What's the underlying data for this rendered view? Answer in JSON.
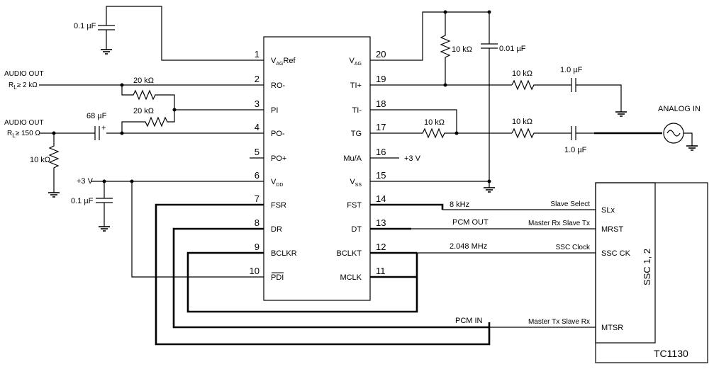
{
  "chip": {
    "left_pins": [
      {
        "num": "1",
        "label": "V",
        "sub": "AG",
        "suffix": "Ref",
        "overbar": false
      },
      {
        "num": "2",
        "label": "RO-",
        "sub": "",
        "suffix": "",
        "overbar": false
      },
      {
        "num": "3",
        "label": "PI",
        "sub": "",
        "suffix": "",
        "overbar": false
      },
      {
        "num": "4",
        "label": "PO-",
        "sub": "",
        "suffix": "",
        "overbar": false
      },
      {
        "num": "5",
        "label": "PO+",
        "sub": "",
        "suffix": "",
        "overbar": false
      },
      {
        "num": "6",
        "label": "V",
        "sub": "DD",
        "suffix": "",
        "overbar": false
      },
      {
        "num": "7",
        "label": "FSR",
        "sub": "",
        "suffix": "",
        "overbar": false
      },
      {
        "num": "8",
        "label": "DR",
        "sub": "",
        "suffix": "",
        "overbar": false
      },
      {
        "num": "9",
        "label": "BCLKR",
        "sub": "",
        "suffix": "",
        "overbar": false
      },
      {
        "num": "10",
        "label": "PDI",
        "sub": "",
        "suffix": "",
        "overbar": true
      }
    ],
    "right_pins": [
      {
        "num": "20",
        "label": "V",
        "sub": "AG",
        "suffix": ""
      },
      {
        "num": "19",
        "label": "TI+",
        "sub": "",
        "suffix": ""
      },
      {
        "num": "18",
        "label": "TI-",
        "sub": "",
        "suffix": ""
      },
      {
        "num": "17",
        "label": "TG",
        "sub": "",
        "suffix": ""
      },
      {
        "num": "16",
        "label": "Mu/A",
        "sub": "",
        "suffix": ""
      },
      {
        "num": "15",
        "label": "V",
        "sub": "SS",
        "suffix": ""
      },
      {
        "num": "14",
        "label": "FST",
        "sub": "",
        "suffix": ""
      },
      {
        "num": "13",
        "label": "DT",
        "sub": "",
        "suffix": ""
      },
      {
        "num": "12",
        "label": "BCLKT",
        "sub": "",
        "suffix": ""
      },
      {
        "num": "11",
        "label": "MCLK",
        "sub": "",
        "suffix": ""
      }
    ]
  },
  "components": {
    "cap_vag": "0.1 µF",
    "res_ro_pi": "20 kΩ",
    "res_pi_po": "20 kΩ",
    "cap_68": "68 µF",
    "res_output_load": "10 kΩ",
    "cap_vdd": "0.1 µF",
    "res_vag_top": "10 kΩ",
    "cap_vag_top": "0.01 µF",
    "res_ti_plus": "10 kΩ",
    "cap_ti_plus": "1.0 µF",
    "res_feedback": "10 kΩ",
    "res_tg_in": "10 kΩ",
    "cap_tg_in": "1.0 µF",
    "cap_polarity": "+"
  },
  "labels": {
    "audio_out_1": "AUDIO OUT",
    "audio_out_1_load": "R",
    "audio_out_1_load_sub": "L",
    "audio_out_1_load_val": "≥ 2 kΩ",
    "audio_out_2": "AUDIO OUT",
    "audio_out_2_load": "R",
    "audio_out_2_load_sub": "L",
    "audio_out_2_load_val": "≥ 150 Ω",
    "vdd_supply": "+3 V",
    "mua_supply": "+3 V",
    "analog_in": "ANALOG IN",
    "freq_8k": "8 kHz",
    "pcm_out": "PCM OUT",
    "freq_2048": "2.048 MHz",
    "pcm_in": "PCM IN"
  },
  "controller": {
    "name": "TC1130",
    "module": "SSC 1, 2",
    "pins": [
      "SLx",
      "MRST",
      "SSC CK",
      "MTSR"
    ],
    "signals": [
      "Slave Select",
      "Master Rx Slave Tx",
      "SSC Clock",
      "Master Tx Slave Rx"
    ]
  }
}
